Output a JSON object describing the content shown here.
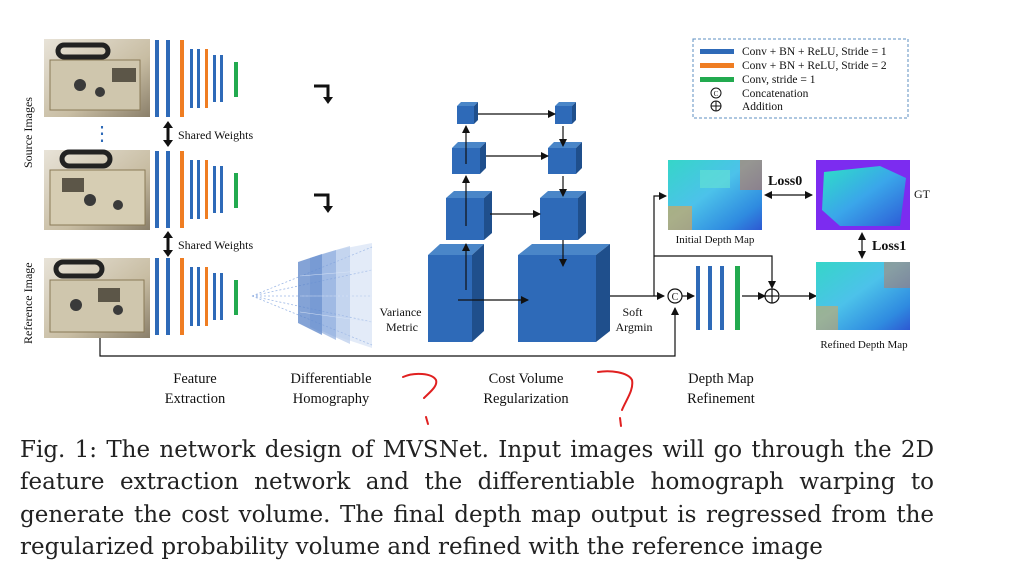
{
  "figure": {
    "side_labels": {
      "source": "Source Images",
      "reference": "Reference Image"
    },
    "shared_weights": "Shared Weights",
    "legend": {
      "items": [
        {
          "color": "#2e6ab8",
          "label": "Conv + BN + ReLU, Stride = 1"
        },
        {
          "color": "#ef7d22",
          "label": "Conv + BN + ReLU, Stride = 2"
        },
        {
          "color": "#22aa4f",
          "label": "Conv, stride = 1"
        }
      ],
      "concat_symbol": "C",
      "concat_label": "Concatenation",
      "add_symbol": "+",
      "add_label": "Addition"
    },
    "variance_metric": [
      "Variance",
      "Metric"
    ],
    "soft_argmin": [
      "Soft",
      "Argmin"
    ],
    "initial_depth": "Initial Depth Map",
    "refined_depth": "Refined Depth Map",
    "gt": "GT",
    "loss0": "Loss0",
    "loss1": "Loss1",
    "stages": [
      {
        "l1": "Feature",
        "l2": "Extraction"
      },
      {
        "l1": "Differentiable",
        "l2": "Homography"
      },
      {
        "l1": "Cost Volume",
        "l2": "Regularization"
      },
      {
        "l1": "Depth Map",
        "l2": "Refinement"
      }
    ]
  },
  "caption": {
    "prefix": "Fig. 1:",
    "text": "The network design of MVSNet. Input images will go through the 2D feature extraction network and the differentiable homograph warping to generate the cost volume. The final depth map output is regressed from the regularized probability volume and refined with the reference image"
  }
}
